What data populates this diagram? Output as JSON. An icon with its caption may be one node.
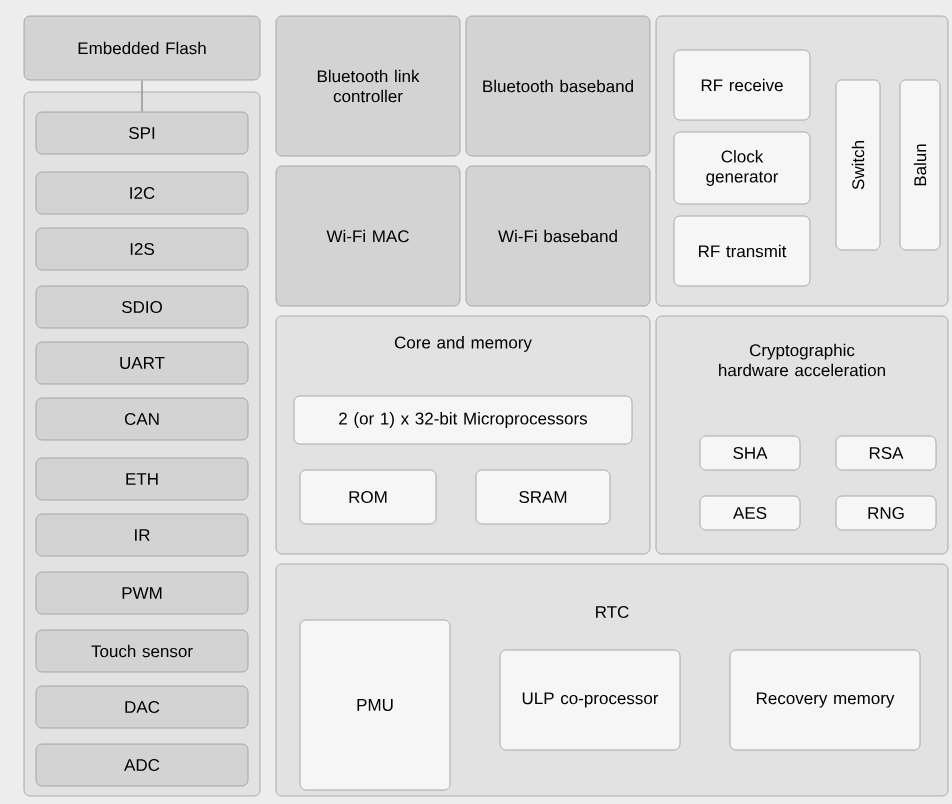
{
  "diagram": {
    "nodes": [
      {
        "text": [
          "Embedded Flash"
        ]
      },
      {
        "text": [],
        "shape": "box"
      },
      {
        "text": [
          "SPI"
        ],
        "in": 1
      },
      {
        "text": [
          "I2C"
        ],
        "in": 1
      },
      {
        "text": [
          "I2S"
        ],
        "in": 1
      },
      {
        "text": [
          "SDIO"
        ],
        "in": 1
      },
      {
        "text": [
          "UART"
        ],
        "in": 1
      },
      {
        "text": [
          "CAN"
        ],
        "in": 1
      },
      {
        "text": [
          "ETH"
        ],
        "in": 1
      },
      {
        "text": [
          "IR"
        ],
        "in": 1
      },
      {
        "text": [
          "PWM"
        ],
        "in": 1
      },
      {
        "text": [
          "Touch sensor"
        ],
        "in": 1
      },
      {
        "text": [
          "DAC"
        ],
        "in": 1
      },
      {
        "text": [
          "ADC"
        ],
        "in": 1
      },
      {
        "text": [
          "Bluetooth link controller"
        ]
      },
      {
        "text": [
          "Bluetooth baseband"
        ]
      },
      {
        "text": [
          "Wi-Fi MAC"
        ]
      },
      {
        "text": [
          "Wi-Fi baseband"
        ]
      },
      {
        "text": [],
        "shape": "box"
      },
      {
        "text": [
          "RF receive"
        ],
        "in": 18
      },
      {
        "text": [
          "Clock generator"
        ],
        "in": 18
      },
      {
        "text": [
          "RF transmit"
        ],
        "in": 18
      },
      {
        "text": [
          "Switch"
        ],
        "in": 18
      },
      {
        "text": [
          "Balun"
        ],
        "in": 18
      },
      {
        "text": [
          "Core and memory"
        ]
      },
      {
        "text": [
          "2 (or 1) x 32-bit Microprocessors"
        ],
        "in": 24
      },
      {
        "text": [
          "ROM"
        ],
        "in": 24
      },
      {
        "text": [
          "SRAM"
        ],
        "in": 24
      },
      {
        "text": [
          "Cryptographic hardware acceleration"
        ]
      },
      {
        "text": [
          "SHA"
        ],
        "in": 28
      },
      {
        "text": [
          "RSA"
        ],
        "in": 28
      },
      {
        "text": [
          "AES"
        ],
        "in": 28
      },
      {
        "text": [
          "RNG"
        ],
        "in": 28
      },
      {
        "text": [
          "RTC"
        ]
      },
      {
        "text": [
          "PMU"
        ],
        "in": 33
      },
      {
        "text": [
          "ULP co-processor"
        ],
        "in": 33
      },
      {
        "text": [
          "Recovery memory"
        ],
        "in": 33
      }
    ],
    "edges": [
      {
        "from": 0,
        "to": 2,
        "arrow": "none"
      }
    ]
  }
}
